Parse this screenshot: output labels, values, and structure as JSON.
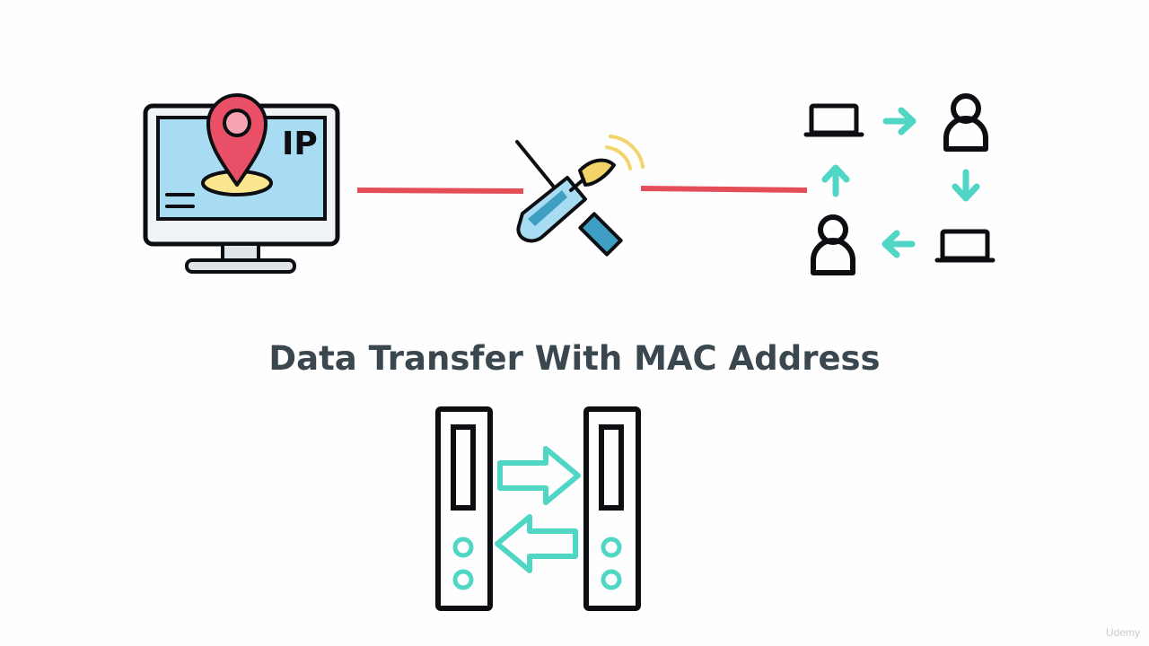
{
  "diagram": {
    "title": "Data Transfer With MAC Address",
    "monitor_label": "IP",
    "watermark": "Udemy",
    "colors": {
      "outline": "#0c0e12",
      "screen": "#a8dcf2",
      "pin": "#ea4f68",
      "pin_base": "#fbe68f",
      "link_line": "#e44e58",
      "arrow": "#4fd6c5",
      "satellite": "#3f9fc2",
      "signal": "#f3d46a",
      "title_text": "#3a474f"
    },
    "icons": [
      "computer-monitor-icon",
      "location-pin-icon",
      "satellite-dish-icon",
      "laptop-icon",
      "user-icon",
      "server-tower-icon",
      "arrow-icon"
    ]
  }
}
